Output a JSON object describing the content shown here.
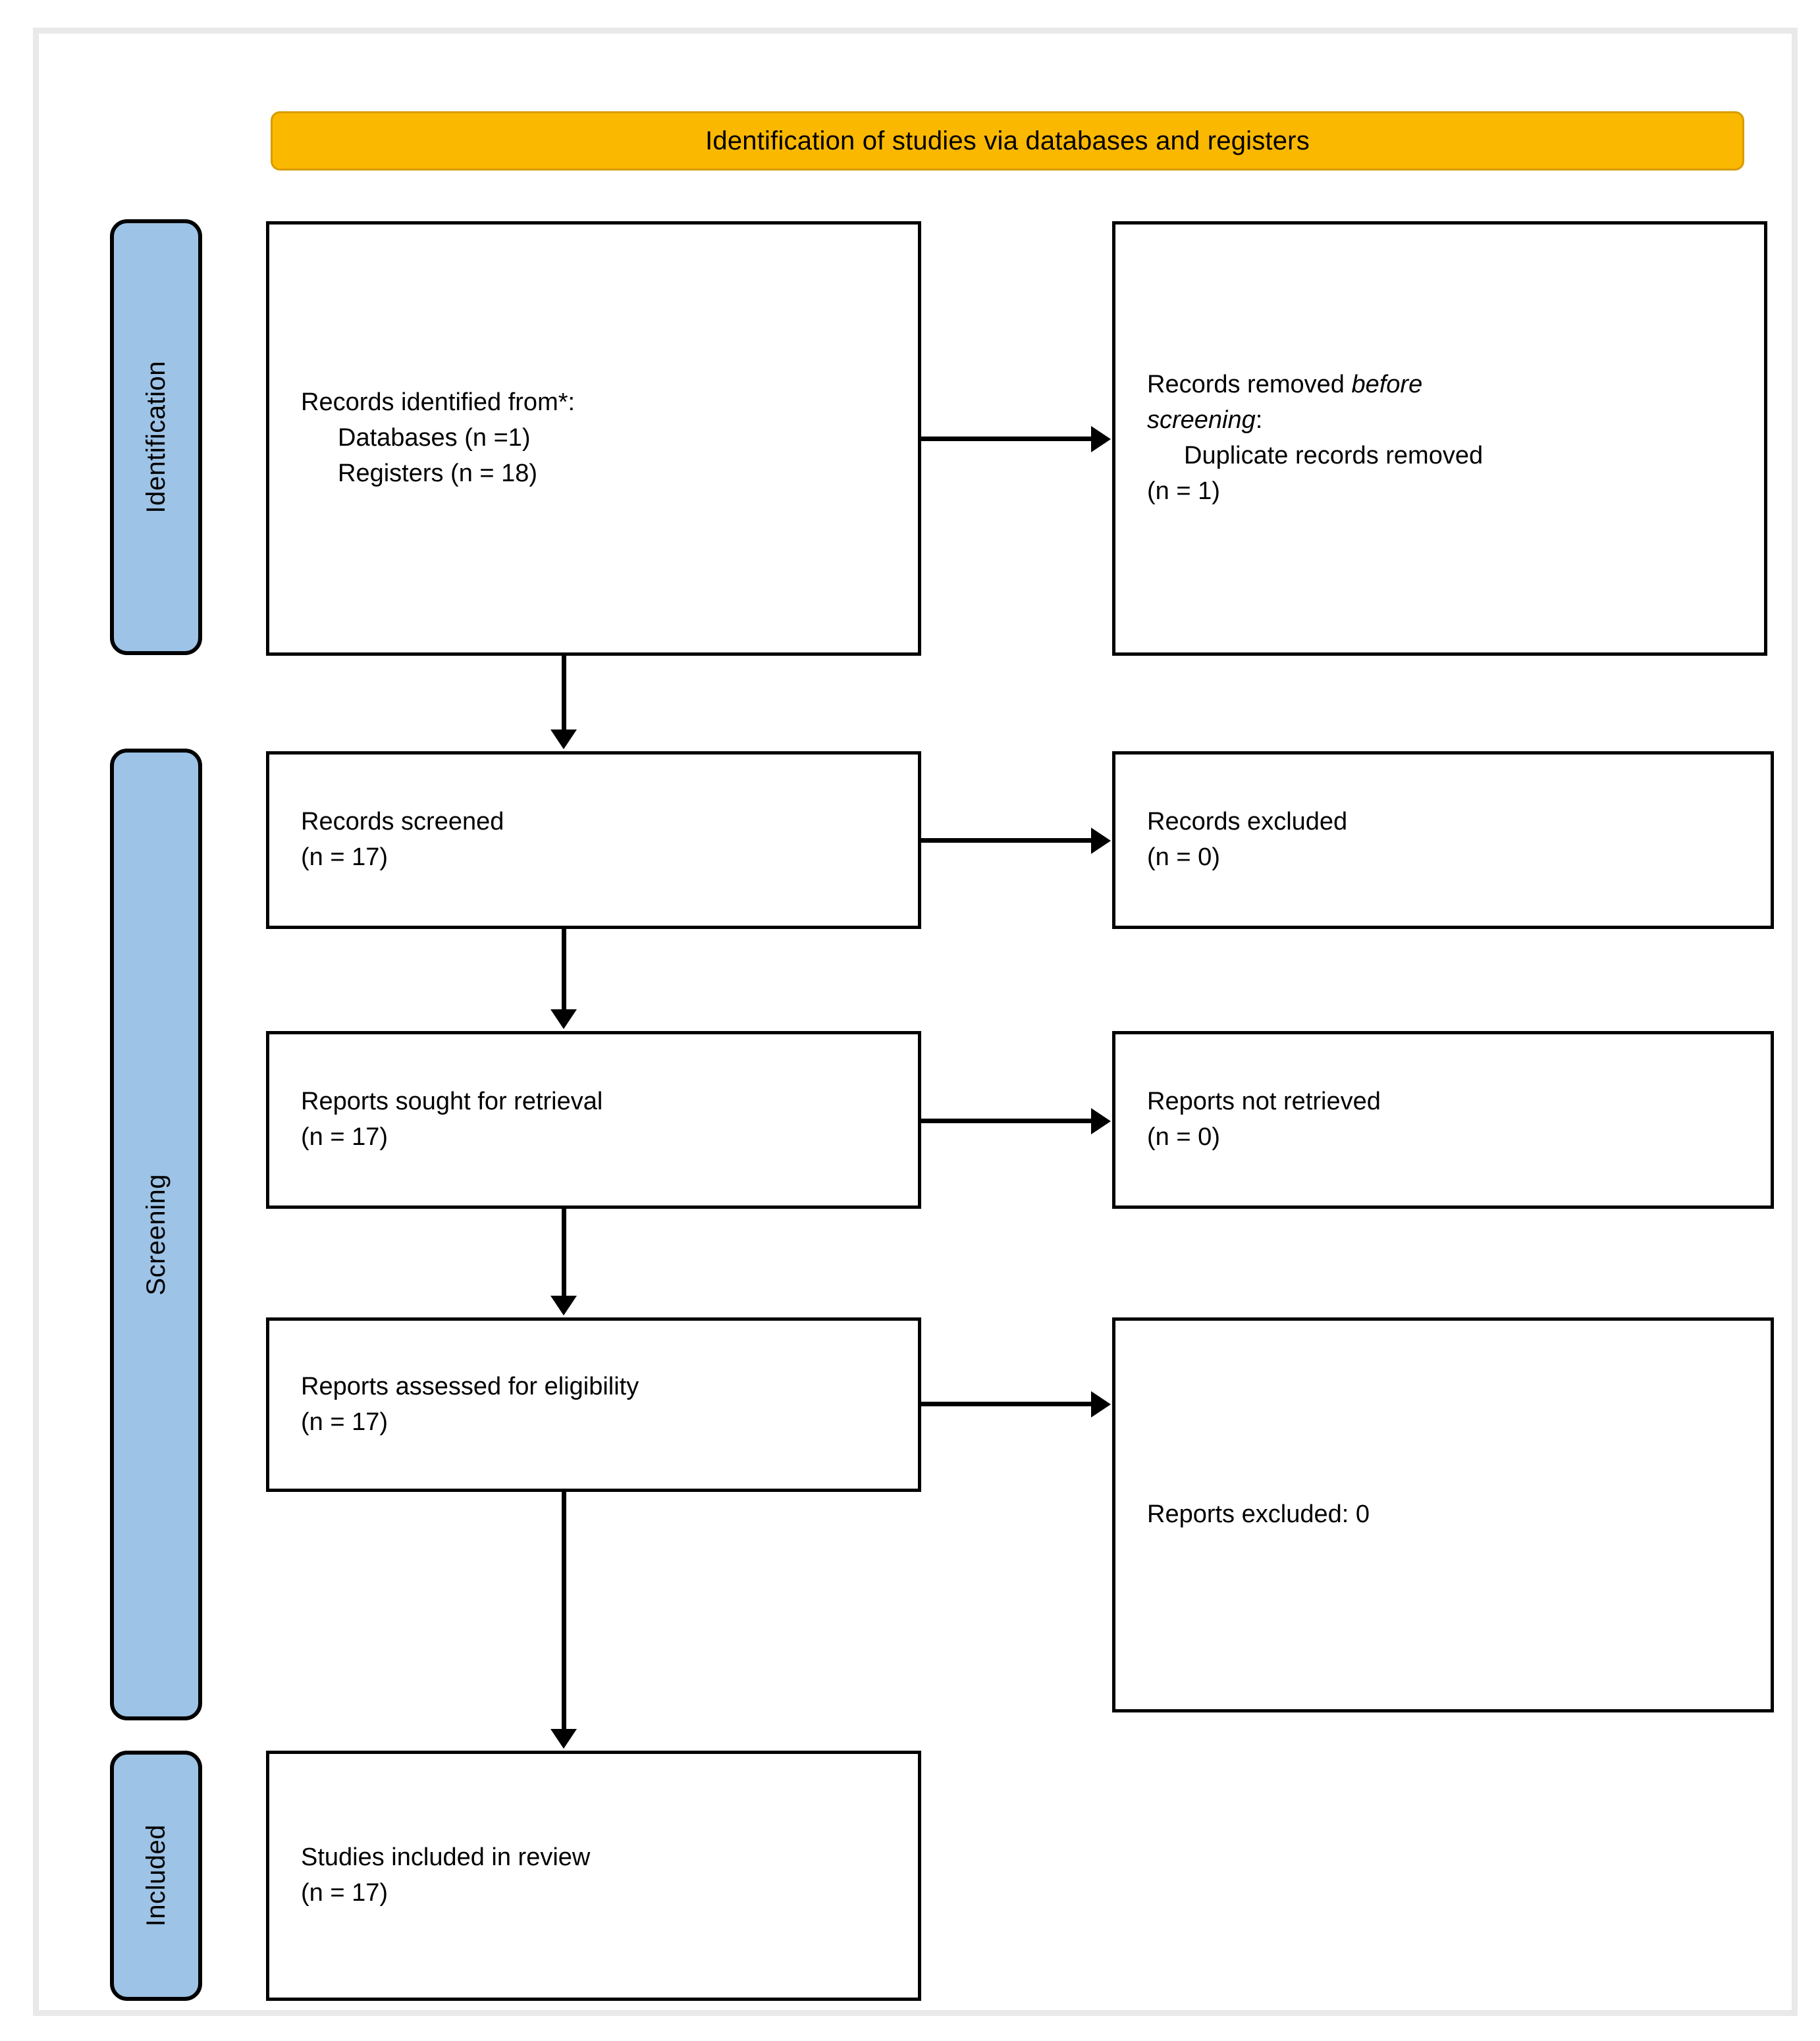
{
  "diagram": {
    "title": "Identification of studies via databases and registers",
    "accent_color": "#FBB800",
    "band_color": "#9DC3E6",
    "box_border_color": "#000000"
  },
  "bands": {
    "identification": "Identification",
    "screening": "Screening",
    "included": "Included"
  },
  "boxes": {
    "identified": {
      "line1": "Records identified from*:",
      "line2": "Databases (n =1)",
      "line3": "Registers (n = 18)"
    },
    "removed": {
      "line1_pre": "Records removed ",
      "line1_ital": "before",
      "line2_ital": "screening",
      "line2_post": ":",
      "line3": "Duplicate records removed",
      "line4": "(n = 1)"
    },
    "screened": {
      "line1": "Records screened",
      "line2": "(n = 17)"
    },
    "excluded": {
      "line1": "Records excluded",
      "line2": "(n = 0)"
    },
    "sought": {
      "line1": "Reports sought for retrieval",
      "line2": "(n = 17)"
    },
    "not_retrieved": {
      "line1": "Reports not retrieved",
      "line2": "(n = 0)"
    },
    "assessed": {
      "line1": "Reports assessed for eligibility",
      "line2": "(n = 17)"
    },
    "reports_excluded": {
      "line1": "Reports excluded: 0"
    },
    "included": {
      "line1": "Studies included in review",
      "line2": "(n = 17)"
    }
  }
}
